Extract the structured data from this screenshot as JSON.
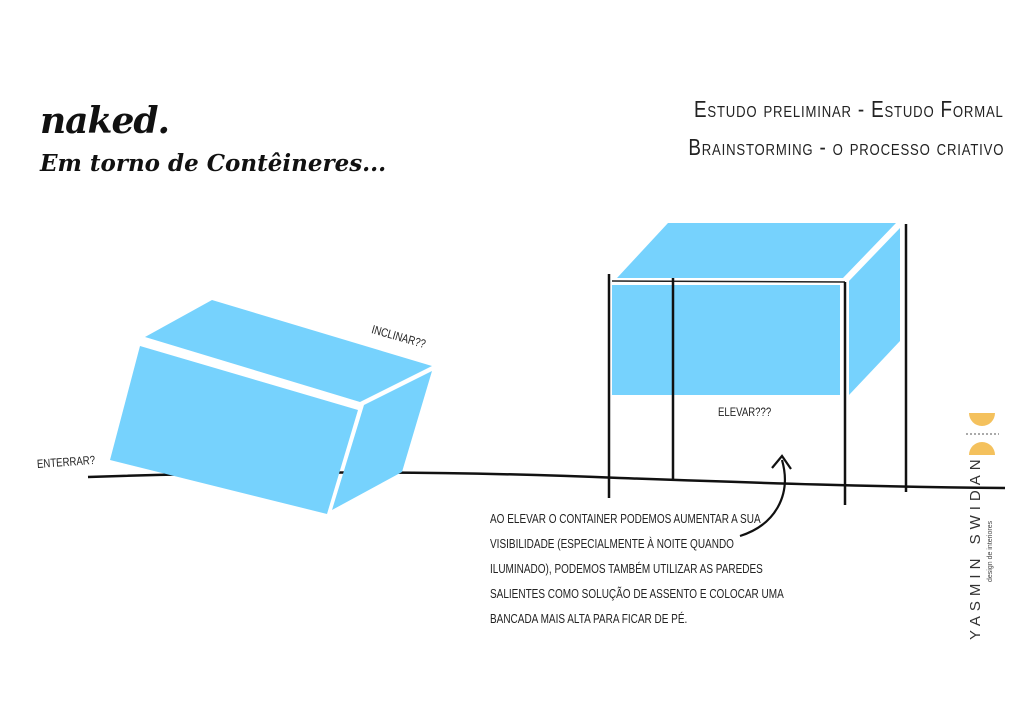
{
  "brand": "naked.",
  "subtitle": "Em torno de Contêineres...",
  "heading": {
    "line1": "Estudo preliminar - Estudo Formal",
    "line2": "Brainstorming - o processo criativo"
  },
  "notes": {
    "incline": "Inclinar??",
    "bury": "Enterrar?",
    "raise": "Elevar???"
  },
  "paragraph": [
    "Ao elevar o container podemos aumentar a sua",
    "visibilidade (especialmente à noite quando",
    "iluminado), podemos também utilizar as paredes",
    "salientes como solução de assento e colocar uma",
    "bancada mais alta para ficar de pé."
  ],
  "logo": {
    "name": "YASMIN SWIDAN",
    "tagline": "design de interiores"
  },
  "colors": {
    "container": "#76d2fd",
    "ink": "#111111",
    "logo_accent": "#f4c15d"
  }
}
